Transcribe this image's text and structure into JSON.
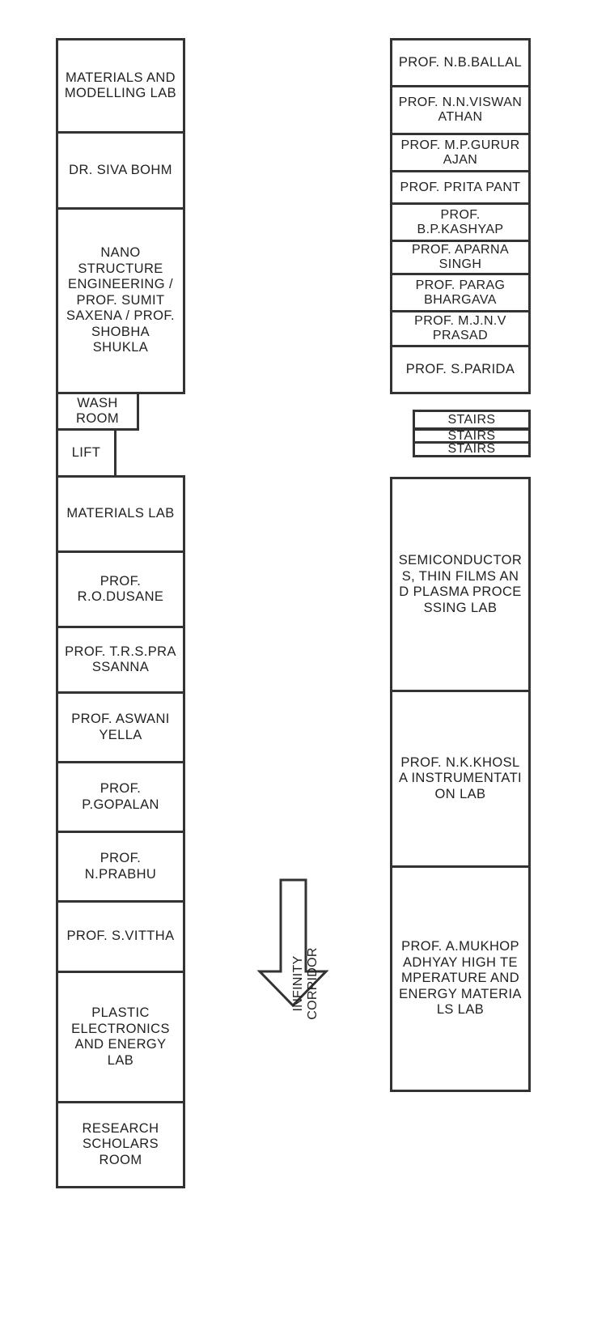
{
  "rooms": {
    "materials_modelling_lab": "MATERIALS AND MODELLING LAB",
    "dr_siva_bohm": "DR. SIVA BOHM",
    "nano_structure": "NANO STRUCTURE ENGINEERING / PROF. SUMIT SAXENA / PROF. SHOBHA SHUKLA",
    "wash_room": "WASH ROOM",
    "lift": "LIFT",
    "materials_lab": "MATERIALS LAB",
    "dusane": "PROF. R.O.DUSANE",
    "prassanna": "PROF. T.R.S.PRASSANNA",
    "aswani_yella": "PROF. ASWANI YELLA",
    "gopalan": "PROF. P.GOPALAN",
    "prabhu": "PROF. N.PRABHU",
    "vittha": "PROF. S.VITTHA",
    "plastic_electronics": "PLASTIC ELECTRONICS AND ENERGY LAB",
    "research_scholars": "RESEARCH SCHOLARS ROOM",
    "ballal": "PROF. N.B.BALLAL",
    "viswanathan": "PROF. N.N.VISWANATHAN",
    "gururajan": "PROF. M.P.GURURAJAN",
    "prita_pant": "PROF. PRITA PANT",
    "kashyap": "PROF. B.P.KASHYAP",
    "aparna_singh": "PROF. APARNA SINGH",
    "parag_bhargava": "PROF. PARAG BHARGAVA",
    "jnv_prasad": "PROF. M.J.N.V PRASAD",
    "parida": "PROF. S.PARIDA",
    "stairs_1": "STAIRS",
    "stairs_2": "STAIRS",
    "stairs_3": "STAIRS",
    "semiconductors": "SEMICONDUCTORS, THIN FILMS AND PLASMA PROCESSING LAB",
    "khosla": "PROF. N.K.KHOSLA INSTRUMENTATION LAB",
    "mukhopadhyay": "PROF. A.MUKHOPADHYAY HIGH TEMPERATURE AND ENERGY MATERIALS LAB"
  },
  "corridor": {
    "label": "INFINITY CORRIDOR",
    "direction": "down"
  },
  "colors": {
    "line": "#333333",
    "text": "#222222",
    "background": "#ffffff"
  }
}
